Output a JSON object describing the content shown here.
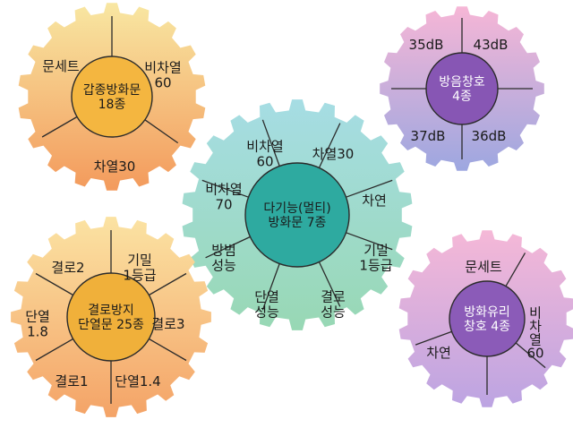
{
  "gears": [
    {
      "id": "gap-fire-door",
      "center_lines": [
        "갑종방화문",
        "18종"
      ],
      "segments": [
        {
          "lines": [
            "문세트"
          ]
        },
        {
          "lines": [
            "비차열",
            "60"
          ]
        },
        {
          "lines": [
            "차열30"
          ]
        }
      ],
      "colors": {
        "outer_top": "#f8e7a2",
        "outer_bottom": "#f39a5c",
        "center": "#f4b640",
        "text": "#1a1a1a"
      }
    },
    {
      "id": "sound-window",
      "center_lines": [
        "방음창호",
        "4종"
      ],
      "segments": [
        {
          "lines": [
            "35dB"
          ]
        },
        {
          "lines": [
            "43dB"
          ]
        },
        {
          "lines": [
            "36dB"
          ]
        },
        {
          "lines": [
            "37dB"
          ]
        }
      ],
      "colors": {
        "outer_top": "#f6b6d6",
        "outer_bottom": "#9da7e0",
        "center": "#8756b4",
        "text": "#ffffff"
      }
    },
    {
      "id": "multi-fire-door",
      "center_lines": [
        "다기능(멀티)",
        "방화문 7종"
      ],
      "segments": [
        {
          "lines": [
            "비차열",
            "60"
          ]
        },
        {
          "lines": [
            "차열30"
          ]
        },
        {
          "lines": [
            "차연"
          ]
        },
        {
          "lines": [
            "기밀",
            "1등급"
          ]
        },
        {
          "lines": [
            "결로",
            "성능"
          ]
        },
        {
          "lines": [
            "단열",
            "성능"
          ]
        },
        {
          "lines": [
            "방범",
            "성능"
          ]
        },
        {
          "lines": [
            "비차열",
            "70"
          ]
        }
      ],
      "colors": {
        "outer_top": "#a6dde4",
        "outer_bottom": "#98d8b4",
        "center": "#2eaaa0",
        "text": "#1a1a1a"
      }
    },
    {
      "id": "condensation-door",
      "center_lines": [
        "결로방지",
        "단열문 25종"
      ],
      "segments": [
        {
          "lines": [
            "결로2"
          ]
        },
        {
          "lines": [
            "기밀",
            "1등급"
          ]
        },
        {
          "lines": [
            "결로3"
          ]
        },
        {
          "lines": [
            "단열1.4"
          ]
        },
        {
          "lines": [
            "결로1"
          ]
        },
        {
          "lines": [
            "단열",
            "1.8"
          ]
        }
      ],
      "colors": {
        "outer_top": "#fbe3a3",
        "outer_bottom": "#f4a367",
        "center": "#f0b03a",
        "text": "#1a1a1a"
      }
    },
    {
      "id": "fire-glass-window",
      "center_lines": [
        "방화유리",
        "창호 4종"
      ],
      "segments": [
        {
          "lines": [
            "문세트"
          ]
        },
        {
          "lines": [
            "비",
            "차",
            "열",
            "60"
          ]
        },
        {
          "lines": [
            "차연"
          ]
        }
      ],
      "colors": {
        "outer_top": "#f5b8d7",
        "outer_bottom": "#bca4e2",
        "center": "#8b5bb8",
        "text": "#ffffff"
      }
    }
  ]
}
